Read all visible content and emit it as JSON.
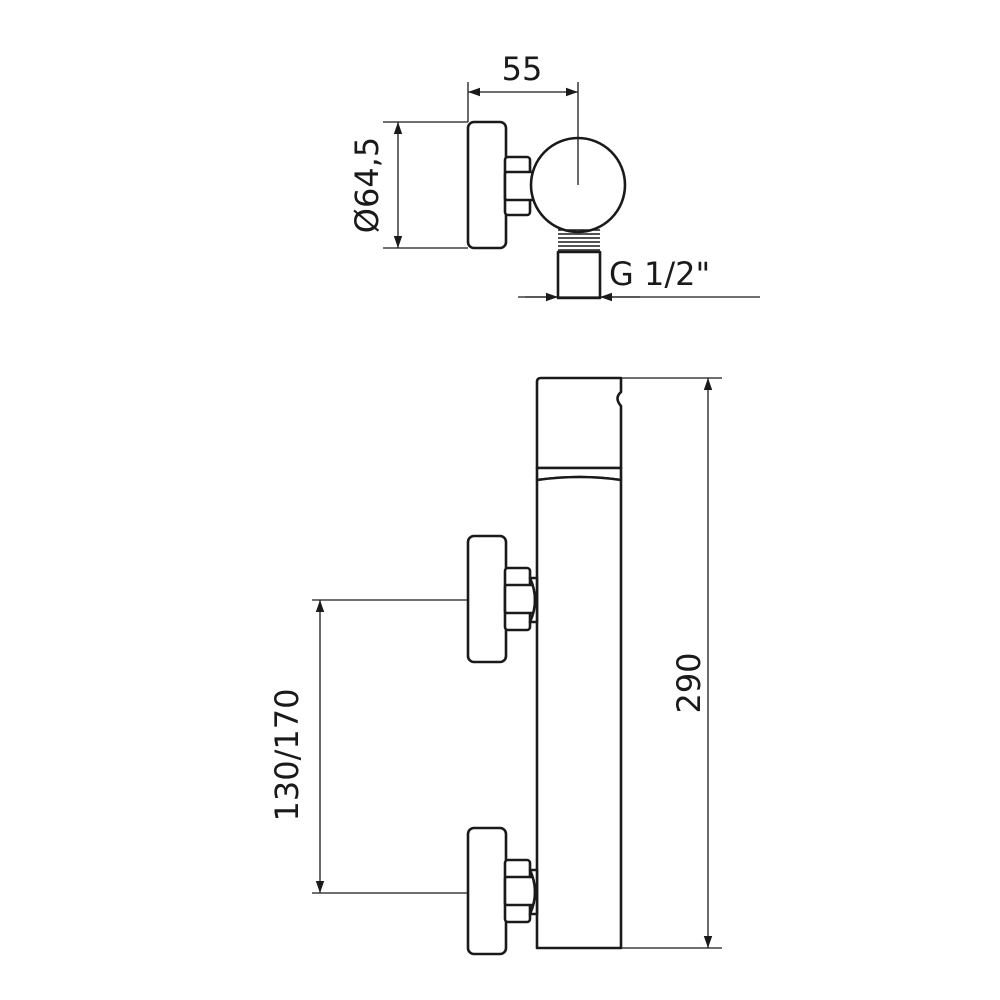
{
  "dimensions": {
    "width_top": "55",
    "diameter": "Ø64,5",
    "thread": "G 1/2\"",
    "height_total": "290",
    "inlet_spacing": "130/170"
  },
  "colors": {
    "line": "#1a1a1a",
    "background": "#ffffff"
  }
}
